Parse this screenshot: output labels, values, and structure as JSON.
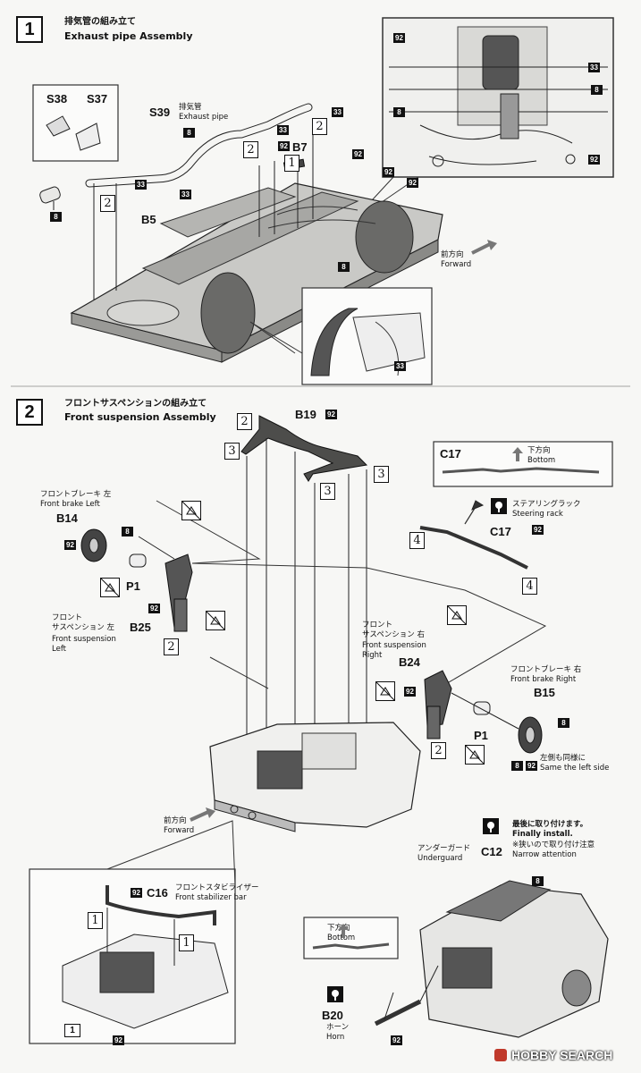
{
  "step1": {
    "number": "1",
    "title_jp": "排気管の組み立て",
    "title_en": "Exhaust pipe Assembly",
    "parts": {
      "s38": "S38",
      "s37": "S37",
      "s39": "S39",
      "s39_jp": "排気管",
      "s39_en": "Exhaust pipe",
      "b7": "B7",
      "b5": "B5"
    },
    "forward_jp": "前方向",
    "forward_en": "Forward",
    "paint_codes": [
      "92",
      "92",
      "33",
      "8",
      "33",
      "8",
      "92",
      "92",
      "33",
      "8",
      "33",
      "33",
      "92",
      "92",
      "92",
      "8",
      "8",
      "33",
      "33"
    ],
    "step_refs": [
      "2",
      "2",
      "1",
      "2"
    ]
  },
  "step2": {
    "number": "2",
    "title_jp": "フロントサスペンションの組み立て",
    "title_en": "Front suspension Assembly",
    "parts": {
      "b19": "B19",
      "c17": "C17",
      "b14": "B14",
      "p1": "P1",
      "b25": "B25",
      "b24": "B24",
      "b15": "B15",
      "c16": "C16",
      "c12": "C12",
      "b20": "B20"
    },
    "brake_left_jp": "フロントブレーキ 左",
    "brake_left_en": "Front brake Left",
    "susp_left_jp1": "フロント",
    "susp_left_jp2": "サスペンション 左",
    "susp_left_en1": "Front suspension",
    "susp_left_en2": "Left",
    "susp_right_jp1": "フロント",
    "susp_right_jp2": "サスペンション 右",
    "susp_right_en1": "Front suspension",
    "susp_right_en2": "Right",
    "brake_right_jp": "フロントブレーキ 右",
    "brake_right_en": "Front brake Right",
    "same_left_jp": "左側も同様に",
    "same_left_en": "Same the left side",
    "bottom_jp": "下方向",
    "bottom_en": "Bottom",
    "steering_jp": "ステアリングラック",
    "steering_en": "Steering rack",
    "forward_jp": "前方向",
    "forward_en": "Forward",
    "stabilizer_jp": "フロントスタビライザー",
    "stabilizer_en": "Front stabilizer bar",
    "finally_jp": "最後に取り付けます。",
    "finally_en": "Finally install.",
    "narrow_jp": "※狭いので取り付け注意",
    "narrow_en": "Narrow attention",
    "underguard_jp": "アンダーガード",
    "underguard_en": "Underguard",
    "horn_jp": "ホーン",
    "horn_en": "Horn",
    "inset_ref": "1"
  },
  "watermark": "HOBBY SEARCH",
  "watermark_icon": "hobbysearch-logo-icon"
}
